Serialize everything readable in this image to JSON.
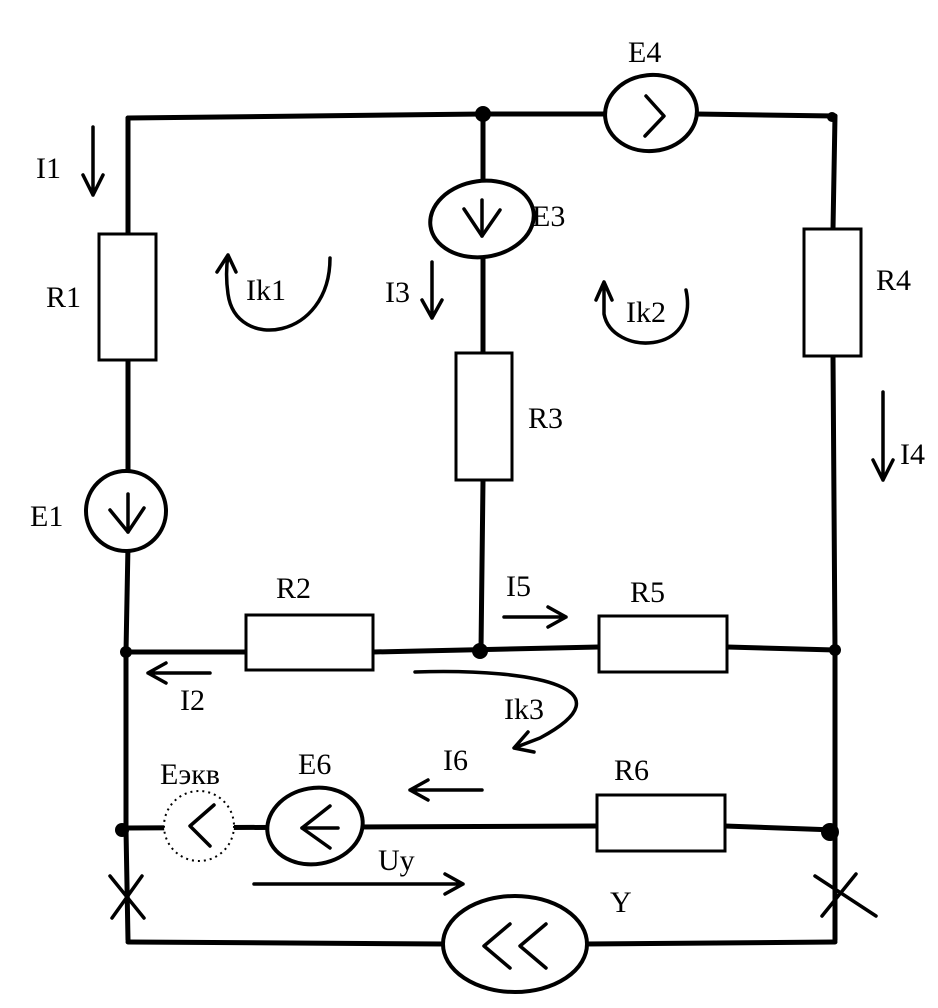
{
  "labels": {
    "E1": "E1",
    "E3": "E3",
    "E4": "E4",
    "E6": "E6",
    "Eekv": "Eэкв",
    "R1": "R1",
    "R2": "R2",
    "R3": "R3",
    "R4": "R4",
    "R5": "R5",
    "R6": "R6",
    "I1": "I1",
    "I2": "I2",
    "I3": "I3",
    "I4": "I4",
    "I5": "I5",
    "I6": "I6",
    "Ik1": "Ik1",
    "Ik2": "Ik2",
    "Ik3": "Ik3",
    "Uy": "Uy",
    "Y": "Y"
  },
  "colors": {
    "ink": "#000000",
    "background": "#ffffff"
  }
}
